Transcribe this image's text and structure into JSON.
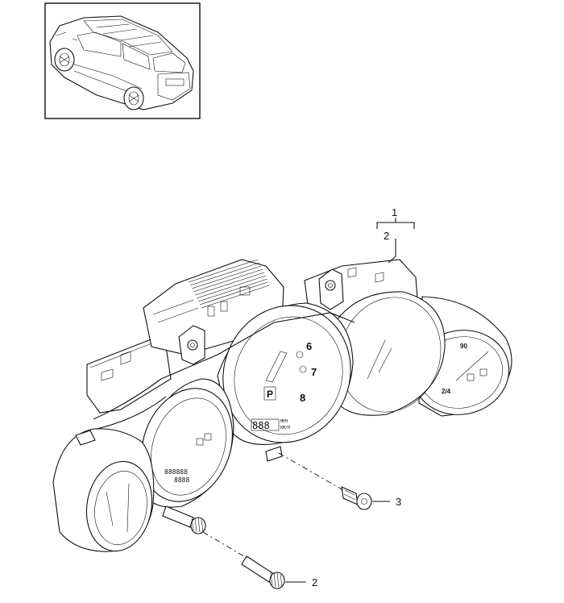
{
  "callouts": {
    "label_1": "1",
    "label_2_bracket": "2",
    "label_3": "3",
    "label_2_screw": "2"
  },
  "dial_marks": {
    "tach_6": "6",
    "tach_7": "7",
    "tach_8": "8",
    "gear": "P",
    "odo_digits": "888",
    "unit_top": "MPH",
    "unit_bottom": "KM/H",
    "left_lcd_top": "888888",
    "left_lcd_bottom": "8888",
    "right_top": "90",
    "right_fraction": "2/4"
  }
}
